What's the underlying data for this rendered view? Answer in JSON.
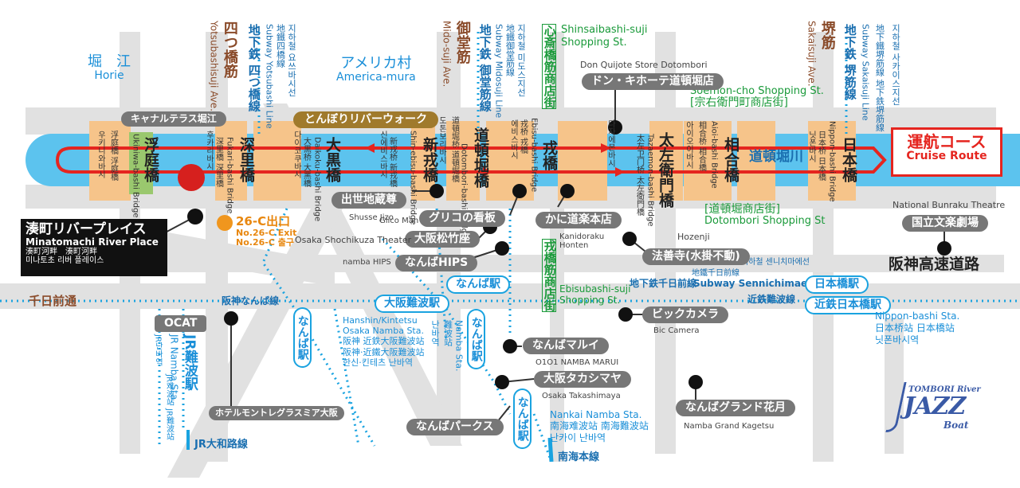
{
  "areas": {
    "horie": {
      "ja": "堀　江",
      "en": "Horie"
    },
    "america_mura": {
      "ja": "アメリカ村",
      "en": "America-mura"
    }
  },
  "streets": {
    "yotsubashisuji": {
      "ja": "四つ橋筋",
      "en": "Yotsubashisuji Ave."
    },
    "midosuji": {
      "ja": "御堂筋",
      "en": "Mido-suji Ave."
    },
    "sakaisuji": {
      "ja": "堺筋",
      "en": "Sakaisuji Ave."
    },
    "sennichimae": {
      "ja": "千日前通"
    },
    "hanshin_expressway": {
      "ja": "阪神高速道路"
    }
  },
  "subway_lines": {
    "yotsubashi": {
      "ko": "지하철 요쓰바시선",
      "ko2": "地鐵四橋線",
      "en": "Subway Yotsubashi Line",
      "ja": "地下鉄 四つ橋線"
    },
    "midosuji": {
      "ko": "지하철 미도스지선",
      "ko2": "地鐵御堂筋線",
      "en": "Subway Midosuji Line",
      "ja": "地下鉄 御堂筋線"
    },
    "sakaisuji": {
      "ko": "지하철 사카이스지선",
      "ko2": "地下鐵堺筋線 地下鉄堺筋線",
      "en": "Subway Sakaisuji Line",
      "ja": "地下鉄 堺筋線"
    },
    "sennichimae": {
      "ko": "지하철 센니치마에선",
      "ko2": "地鐵千日前線",
      "ja": "地下鉄千日前線",
      "en": "Subway Sennichimae Line"
    },
    "kintetsu": {
      "ja": "近鉄難波線"
    },
    "hanshin_namba": {
      "ja": "阪神なんば線"
    },
    "jr_yamatoji": {
      "ja": "JR大和路線"
    },
    "nankai": {
      "ja": "南海本線"
    }
  },
  "shopping": {
    "shinsaibashi": {
      "ja": "心斎橋筋商店街",
      "en": "Shinsaibashi-suji Shopping St."
    },
    "soemon": {
      "ja": "[宗右衛門町商店街]",
      "en": "Soemon-cho Shopping St."
    },
    "dotombori": {
      "ja": "[道頓堀商店街]",
      "en": "Dotombori Shopping St"
    },
    "ebisubashi": {
      "ja": "戎橋筋商店街",
      "en": "Ebisubashi-suji Shopping St."
    }
  },
  "river": {
    "ja": "道頓堀川"
  },
  "bridges": {
    "ukiniwa": {
      "ja": "浮庭橋",
      "en": "Ukiniwa-bashi Bridge",
      "sub": "浮庭橋 浮庭橋",
      "ko": "우키니와바시"
    },
    "fukari": {
      "ja": "深里橋",
      "en": "Fukari-bashi Bridge",
      "sub": "深里橋 深里橋",
      "ko": "후카리바시"
    },
    "daikoku": {
      "ja": "大黒橋",
      "en": "Daikoku-bashi Bridge",
      "sub": "大黒桥 大黑橋",
      "ko": "다이코쿠바시"
    },
    "shinebisu": {
      "ja": "新戎橋",
      "en": "Shin-ebisu-bashi Bridge",
      "sub": "新戎桥 新戎橋",
      "ko": "신에비스바시"
    },
    "dotombori": {
      "ja": "道頓堀橋",
      "en": "Dotombori-bashi Bridge",
      "sub": "道頓堀桥 道頓堀橋",
      "ko": "도톤보리바시"
    },
    "ebisu": {
      "ja": "戎橋",
      "en": "Ebisu-bashi Bridge",
      "sub": "戎桥 戎橋",
      "ko": "에비스바시"
    },
    "tazaemon": {
      "ja": "太左衛門橋",
      "en": "Tazaemon-bashi Bridge",
      "sub": "太左卫门桥 太左衛門橋",
      "ko": "다자에몬바시"
    },
    "aioi": {
      "ja": "相合橋",
      "en": "Aioi-bashi Bridge",
      "sub": "相合桥 相合橋",
      "ko": "아이오이바시"
    },
    "nippon": {
      "ja": "日本橋",
      "en": "Nippon-bashi Bridge",
      "sub": "日本桥 日本橋",
      "ko": "닛폰바시"
    }
  },
  "callouts": {
    "canal_terrace": "キャナルテラス堀江",
    "tombori_walk": "とんぼりリバーウォーク",
    "shusse_jizo": {
      "ja": "出世地蔵尊",
      "en": "Shusse Jizo"
    },
    "glico": {
      "ja": "グリコの看板",
      "en": "Glico Man"
    },
    "don_quijote": {
      "ja": "ドン・キホーテ道頓堀店",
      "en": "Don Quijote Store Dotombori"
    },
    "kanidoraku": {
      "ja": "かに道楽本店",
      "en": "Kanidoraku Honten"
    },
    "shochikuza": {
      "ja": "大阪松竹座",
      "en": "Osaka Shochikuza Theater"
    },
    "hips": {
      "ja": "なんばHIPS",
      "en": "namba HIPS"
    },
    "hozenji": {
      "ja": "法善寺(水掛不動)",
      "en": "Hozenji"
    },
    "bunraku": {
      "ja": "国立文楽劇場",
      "en": "National Bunraku Theatre"
    },
    "bic": {
      "ja": "ビックカメラ",
      "en": "Bic Camera"
    },
    "marui": {
      "ja": "なんばマルイ",
      "en": "O1O1 NAMBA MARUI"
    },
    "takashimaya": {
      "ja": "大阪タカシマヤ",
      "en": "Osaka Takashimaya"
    },
    "parks": {
      "ja": "なんばパークス"
    },
    "grand_kagetsu": {
      "ja": "なんばグランド花月",
      "en": "Namba Grand Kagetsu"
    },
    "monterey": {
      "ja": "ホテルモントレグラスミア大阪"
    },
    "ocat": "OCAT"
  },
  "stations": {
    "namba": "なんば駅",
    "osaka_namba": "大阪難波駅",
    "nippombashi": "日本橋駅",
    "kintetsu_nippombashi": "近鉄日本橋駅",
    "nippombashi_sub": {
      "en": "Nippon-bashi Sta.",
      "ja": "日本桥站 日本橋站",
      "ko": "닛폰바시역"
    },
    "hanshin_kintetsu": {
      "en": "Hanshin/Kintetsu",
      "en2": "Osaka Namba Sta.",
      "ja": "阪神 近鉄大阪難波站",
      "ja2": "阪神·近鐵大阪難波站",
      "ko": "한신·킨테츠 난바역"
    },
    "namba_sta_mido": {
      "en": "Namba Sta.",
      "ja": "難波站",
      "ko": "난바역"
    },
    "nankai_namba": {
      "en": "Nankai Namba Sta.",
      "ja": "南海难波站 南海難波站",
      "ko": "난카이 난바역"
    },
    "jr_namba": {
      "ja": "JR難波駅",
      "en": "JR Namba Sta.",
      "sub": "JR难波站 JR難波站",
      "ko": "JR난바역"
    }
  },
  "exit": {
    "ja": "26-C出口",
    "en": "No.26-C Exit",
    "ko": "No.26-C 출구"
  },
  "minatomachi": {
    "ja": "湊町リバープレイス",
    "en": "Minatomachi River Place",
    "sub": "湊町河畔　湊町河畔",
    "ko": "미나토초 리버 플레이스"
  },
  "cruise": {
    "ja": "運航コース",
    "en": "Cruise Route"
  },
  "logo": {
    "line1": "TOMBORI River",
    "line2": "JAZZ",
    "line3": "Boat"
  },
  "colors": {
    "river": "#5cc3ee",
    "route": "#e5251f",
    "bridge": "#f6c48a",
    "road": "#dcdcdc",
    "callout": "#777777",
    "rail": "#1aa3e0"
  }
}
